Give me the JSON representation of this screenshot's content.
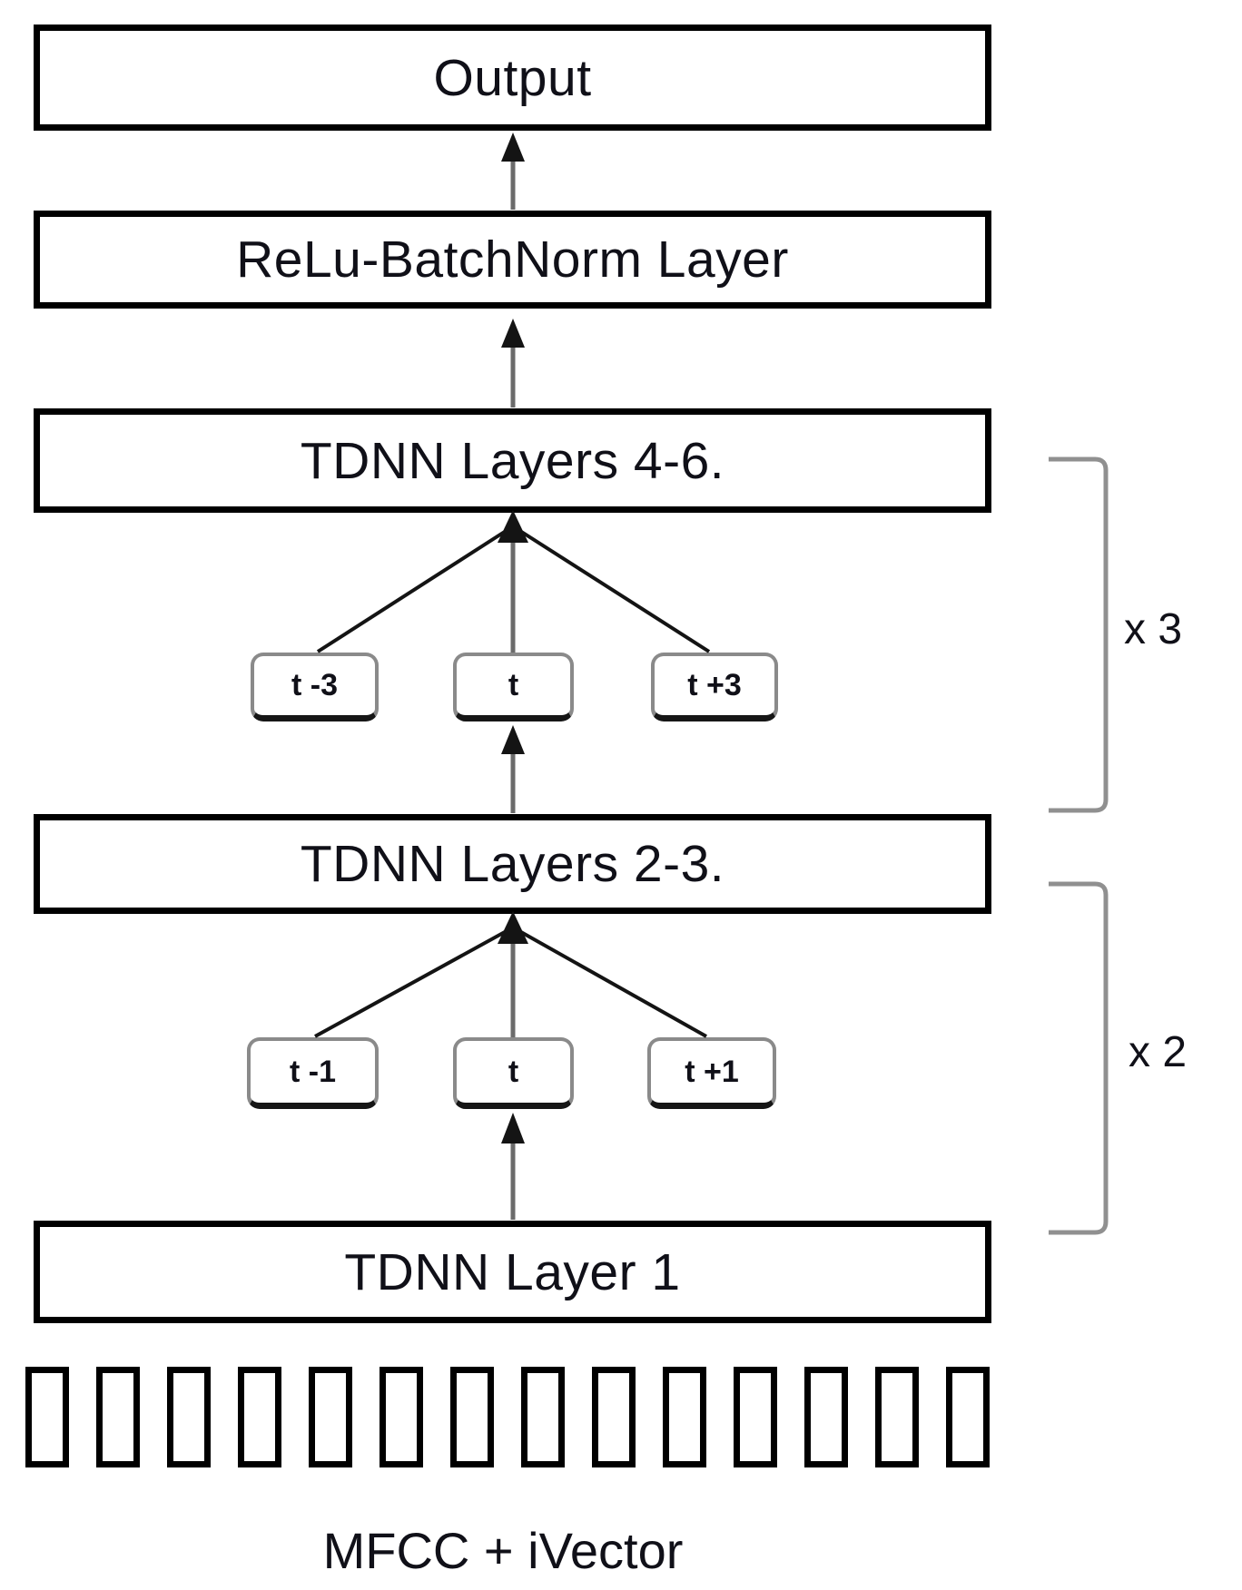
{
  "diagram": {
    "layers": [
      {
        "label": "Output"
      },
      {
        "label": "ReLu-BatchNorm Layer"
      },
      {
        "label": "TDNN Layers 4-6."
      },
      {
        "label": "TDNN Layers 2-3."
      },
      {
        "label": "TDNN Layer 1"
      }
    ],
    "upper_context": {
      "left": "t -3",
      "center": "t",
      "right": "t +3",
      "repeat": "x 3"
    },
    "lower_context": {
      "left": "t -1",
      "center": "t",
      "right": "t +1",
      "repeat": "x 2"
    },
    "input": {
      "label": "MFCC + iVector",
      "frame_count": 14
    },
    "colors": {
      "box_border": "#000000",
      "text": "#101018",
      "small_box_border": "#8a8a8a",
      "small_box_bottom": "#161616",
      "arrow_line": "#6b6b6b",
      "arrow_head": "#141414",
      "bracket": "#909090"
    }
  }
}
